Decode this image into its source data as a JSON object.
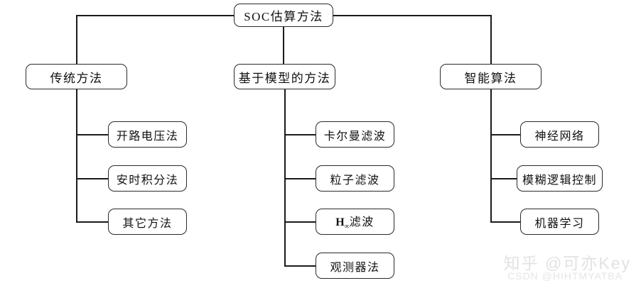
{
  "diagram": {
    "title": "SOC估算方法",
    "root": {
      "label": "SOC估算方法"
    },
    "branches": [
      {
        "label": "传统方法",
        "children": [
          {
            "label": "开路电压法"
          },
          {
            "label": "安时积分法"
          },
          {
            "label": "其它方法"
          }
        ]
      },
      {
        "label": "基于模型的方法",
        "children": [
          {
            "label": "卡尔曼滤波"
          },
          {
            "label": "粒子滤波"
          },
          {
            "label": "H∞滤波",
            "base": "H",
            "sub": "∞",
            "tail": "滤波"
          },
          {
            "label": "观测器法"
          }
        ]
      },
      {
        "label": "智能算法",
        "children": [
          {
            "label": "神经网络"
          },
          {
            "label": "模糊逻辑控制"
          },
          {
            "label": "机器学习"
          }
        ]
      }
    ]
  },
  "watermarks": {
    "zhihu": "知乎 @可亦Key",
    "csdn": "CSDN @HIHTMYATBA"
  },
  "colors": {
    "node_border": "#2a2a2a",
    "node_fill": "#ffffff",
    "line": "#1a1a1a",
    "text": "#111111",
    "watermark": "#e2e2e2",
    "background": "#ffffff"
  }
}
